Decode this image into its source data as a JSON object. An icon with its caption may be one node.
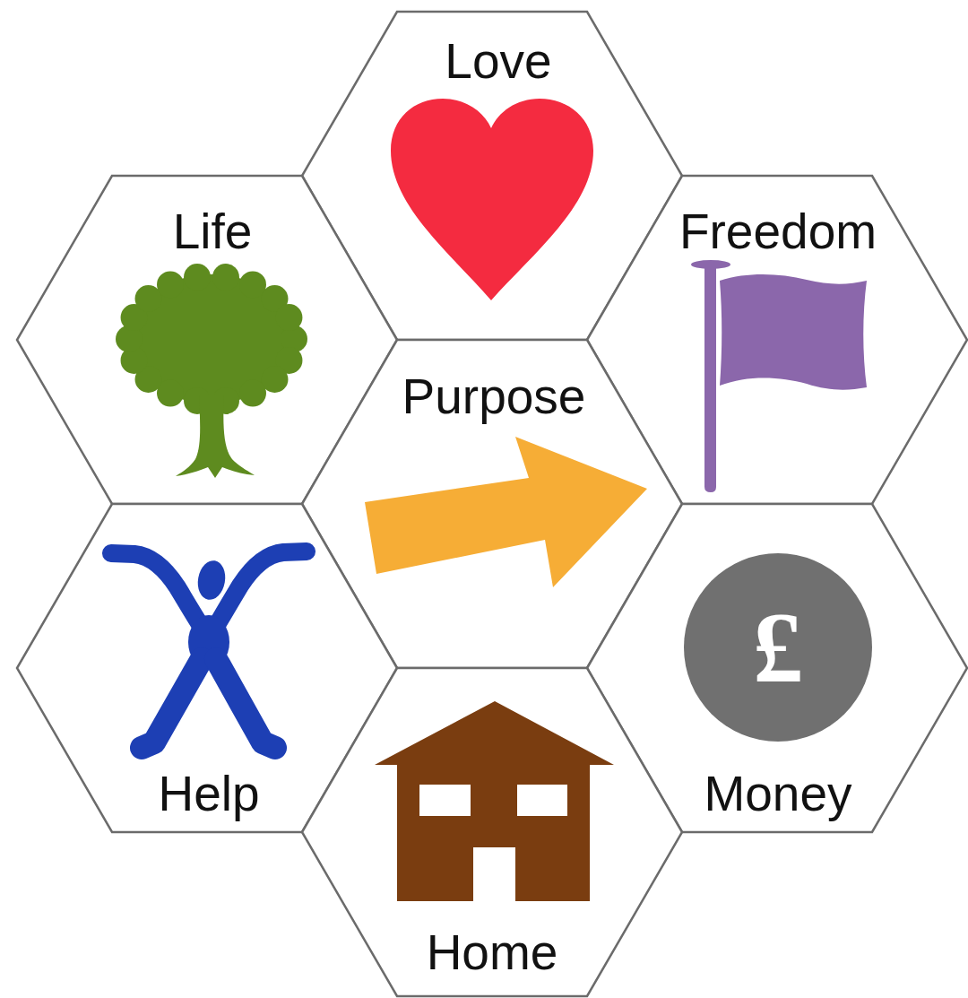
{
  "diagram": {
    "nodes": [
      {
        "text": [
          "Love"
        ]
      },
      {
        "text": [
          "Life"
        ]
      },
      {
        "text": [
          "Freedom"
        ]
      },
      {
        "text": [
          "Purpose"
        ]
      },
      {
        "text": [
          "Help"
        ]
      },
      {
        "text": [
          "£",
          "Money"
        ]
      },
      {
        "text": [
          "Home"
        ]
      }
    ]
  }
}
